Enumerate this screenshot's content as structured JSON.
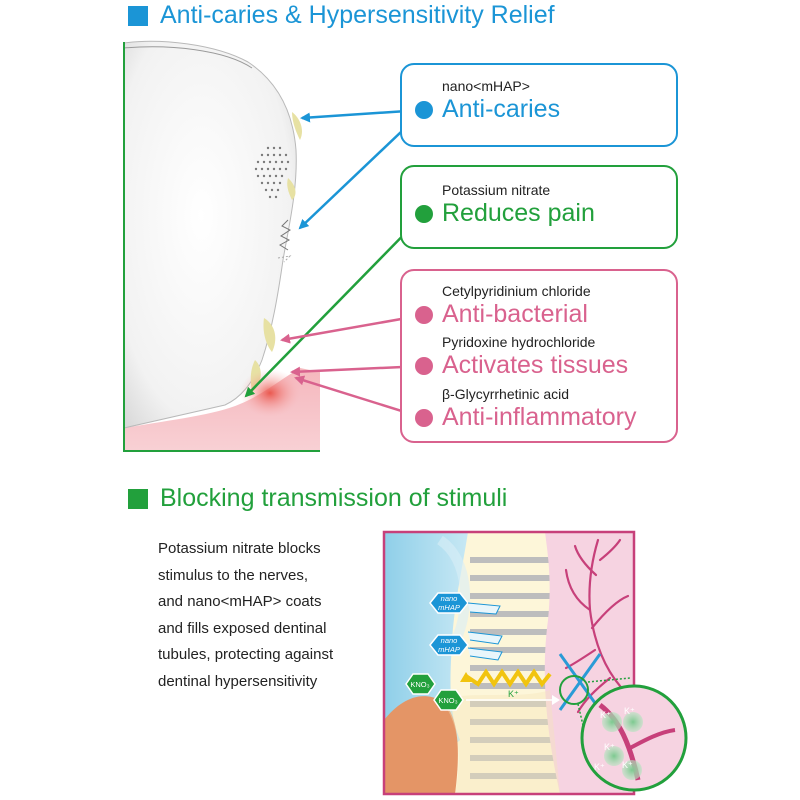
{
  "section1": {
    "title": "Anti-caries & Hypersensitivity Relief"
  },
  "ingredients": [
    {
      "ingredient": "nano<mHAP>",
      "effect": "Anti-caries",
      "color": "#1b95d6"
    },
    {
      "ingredient": "Potassium nitrate",
      "effect": "Reduces pain",
      "color": "#22a03c"
    },
    {
      "ingredient": "Cetylpyridinium chloride",
      "effect": "Anti-bacterial",
      "color": "#d9628e"
    },
    {
      "ingredient": "Pyridoxine hydrochloride",
      "effect": "Activates tissues",
      "color": "#d9628e"
    },
    {
      "ingredient": "β-Glycyrrhetinic acid",
      "effect": "Anti-inflammatory",
      "color": "#d9628e"
    }
  ],
  "section2": {
    "title": "Blocking transmission of stimuli",
    "description_lines": [
      "Potassium nitrate blocks",
      "stimulus to the nerves,",
      "and nano<mHAP> coats",
      "and fills  exposed dentinal",
      "tubules, protecting against",
      "dentinal hypersensitivity"
    ]
  },
  "illustration": {
    "nano_label_top": "nano",
    "nano_label_bottom": "mHAP",
    "kno3_label": "KNO₃",
    "k_ion_label": "K⁺"
  },
  "colors": {
    "blue": "#1b95d6",
    "green": "#22a03c",
    "pink": "#d9628e"
  }
}
